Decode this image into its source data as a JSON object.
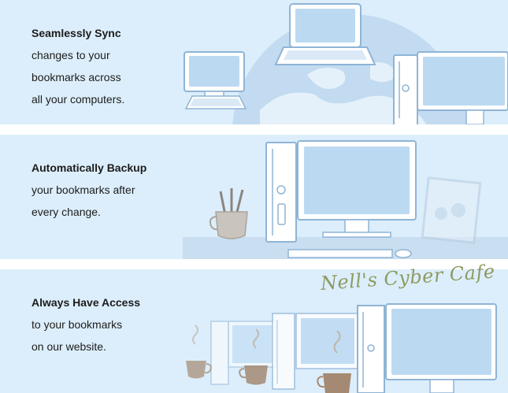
{
  "panels": [
    {
      "title": "Seamlessly Sync",
      "lines": [
        "changes to your",
        "bookmarks across",
        "all your computers."
      ]
    },
    {
      "title": "Automatically Backup",
      "lines": [
        "your bookmarks after",
        "every change."
      ]
    },
    {
      "title": "Always Have Access",
      "lines": [
        "to your bookmarks",
        "on our website."
      ]
    }
  ],
  "cafe_sign": "Nell's Cyber Cafe",
  "colors": {
    "panel_bg": "#dceefb",
    "device_outline": "#8fb4d6",
    "screen": "#bcd9f2",
    "coffee": "#a48a72"
  }
}
